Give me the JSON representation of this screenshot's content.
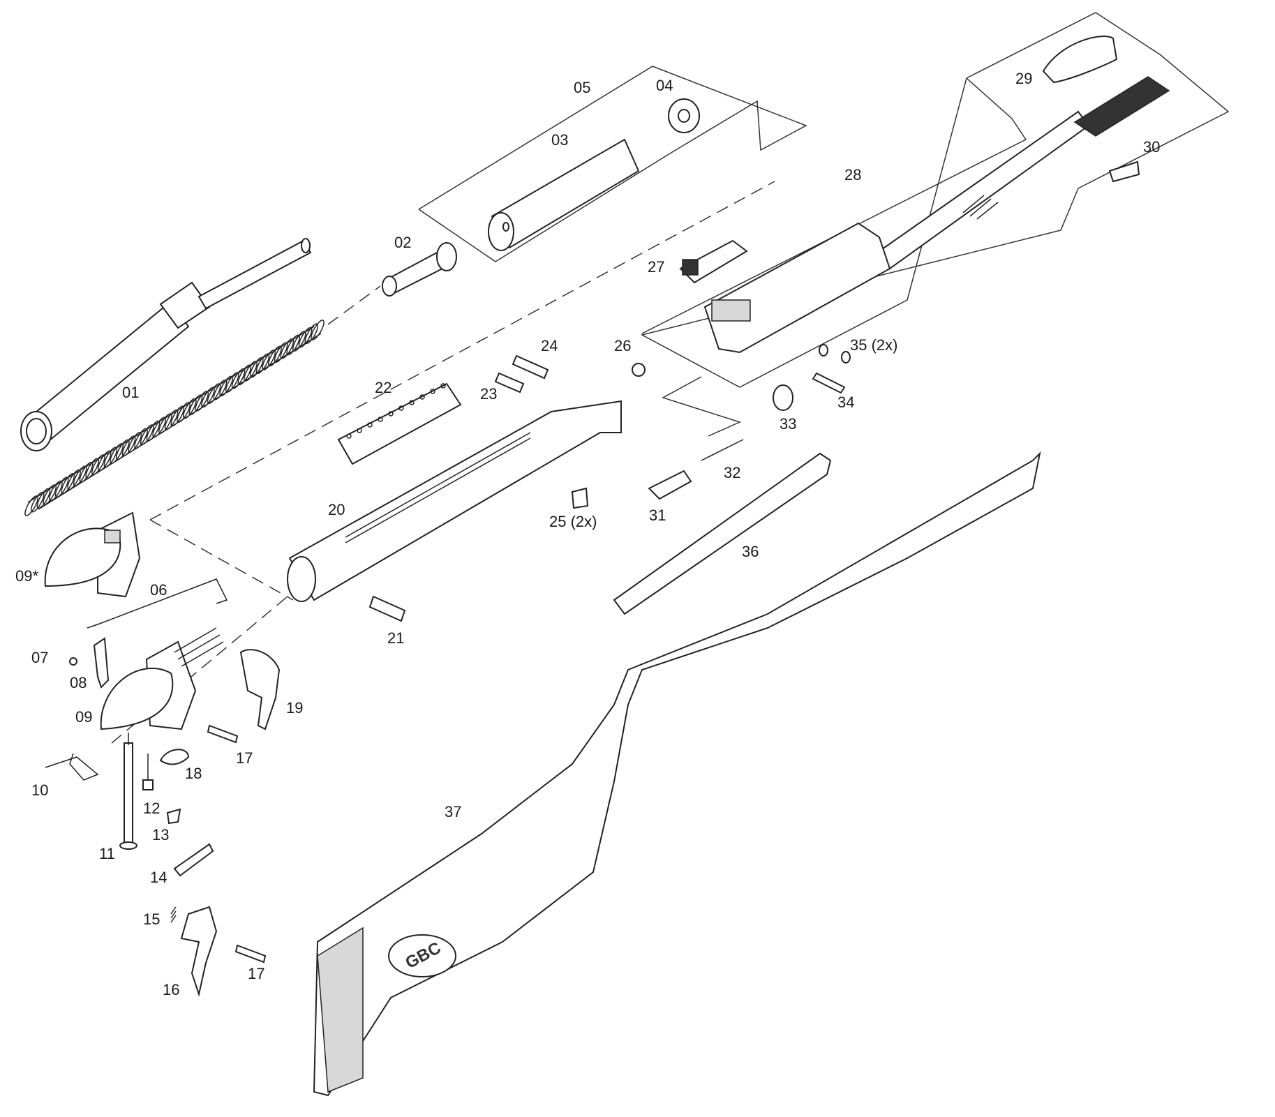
{
  "labels": {
    "p01": "01",
    "p02": "02",
    "p03": "03",
    "p04": "04",
    "p05": "05",
    "p06": "06",
    "p07": "07",
    "p08": "08",
    "p09": "09",
    "p09s": "09*",
    "p10": "10",
    "p11": "11",
    "p12": "12",
    "p13": "13",
    "p14": "14",
    "p15": "15",
    "p16": "16",
    "p17a": "17",
    "p17b": "17",
    "p18": "18",
    "p19": "19",
    "p20": "20",
    "p21": "21",
    "p22": "22",
    "p23": "23",
    "p24": "24",
    "p25": "25 (2x)",
    "p26": "26",
    "p27": "27",
    "p28": "28",
    "p29": "29",
    "p30": "30",
    "p31": "31",
    "p32": "32",
    "p33": "33",
    "p34": "34",
    "p35": "35 (2x)",
    "p36": "36",
    "p37": "37"
  },
  "stock_logo": "GBC"
}
